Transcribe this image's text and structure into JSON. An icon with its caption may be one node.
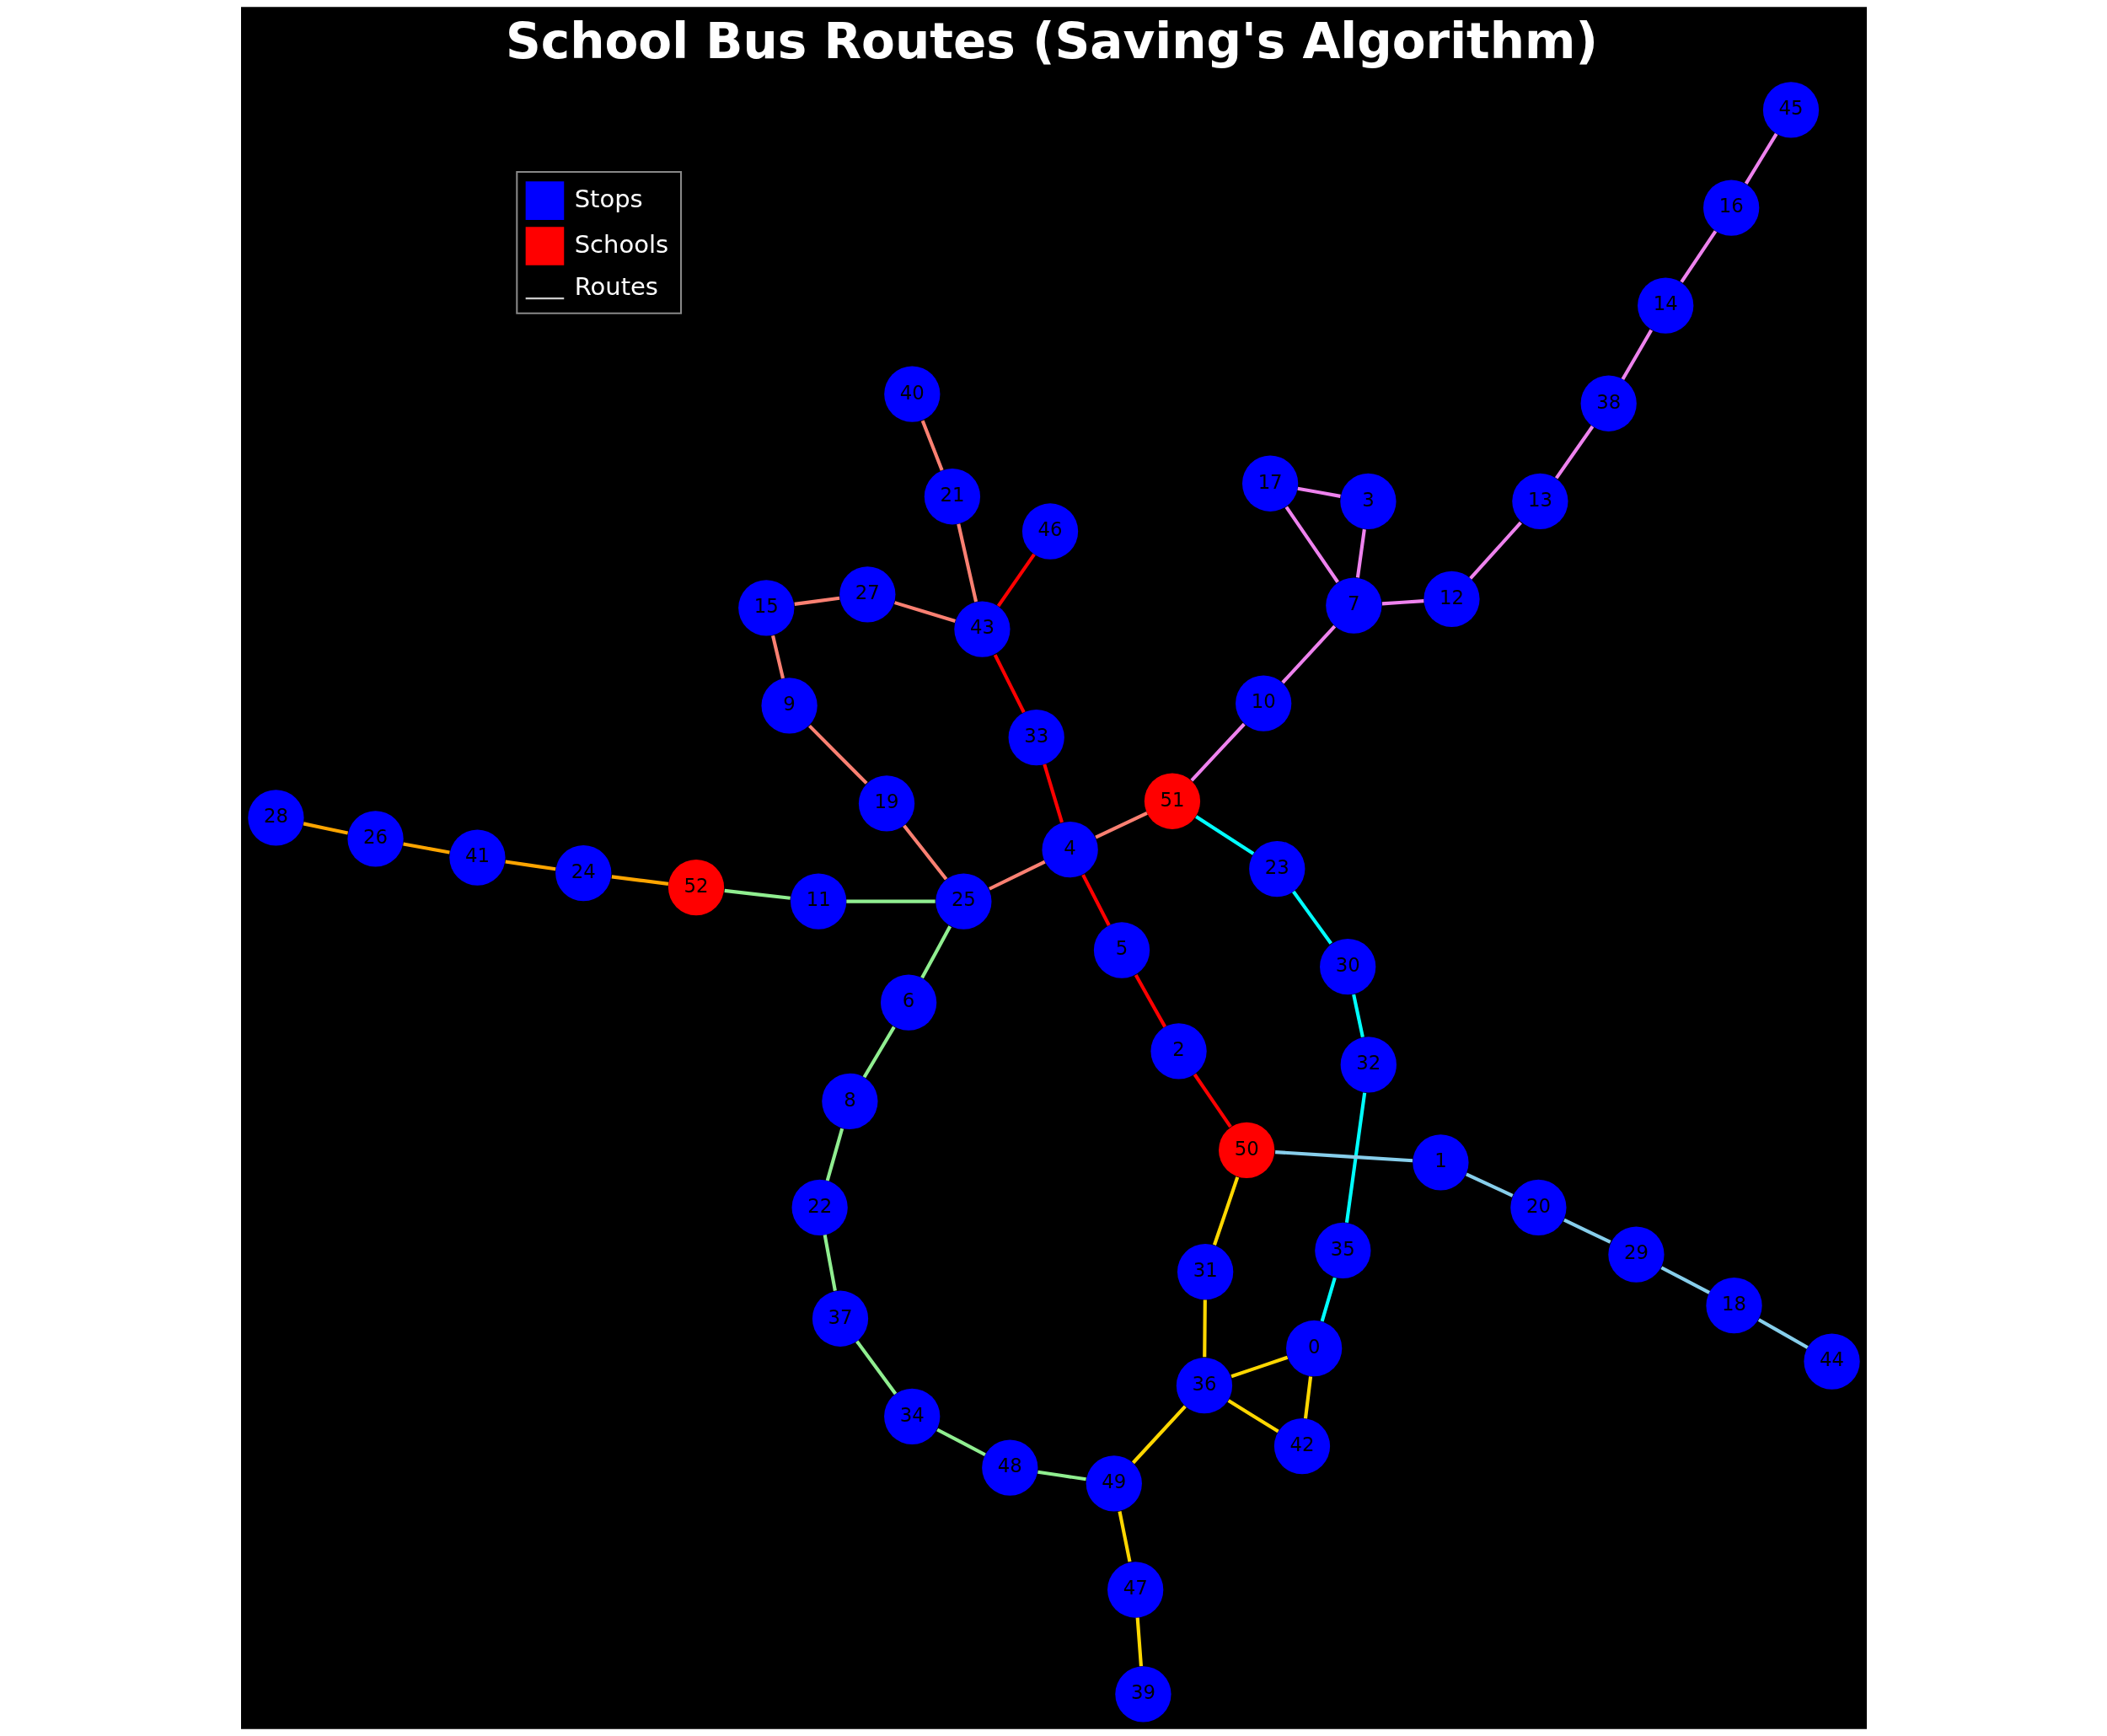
{
  "diagram": {
    "title": "School Bus Routes (Saving's Algorithm)",
    "nodes": [
      {
        "text": [
          "0"
        ]
      },
      {
        "text": [
          "1"
        ]
      },
      {
        "text": [
          "2"
        ]
      },
      {
        "text": [
          "3"
        ]
      },
      {
        "text": [
          "4"
        ]
      },
      {
        "text": [
          "5"
        ]
      },
      {
        "text": [
          "6"
        ]
      },
      {
        "text": [
          "7"
        ]
      },
      {
        "text": [
          "8"
        ]
      },
      {
        "text": [
          "9"
        ]
      },
      {
        "text": [
          "10"
        ]
      },
      {
        "text": [
          "11"
        ]
      },
      {
        "text": [
          "12"
        ]
      },
      {
        "text": [
          "13"
        ]
      },
      {
        "text": [
          "14"
        ]
      },
      {
        "text": [
          "15"
        ]
      },
      {
        "text": [
          "16"
        ]
      },
      {
        "text": [
          "17"
        ]
      },
      {
        "text": [
          "18"
        ]
      },
      {
        "text": [
          "19"
        ]
      },
      {
        "text": [
          "20"
        ]
      },
      {
        "text": [
          "21"
        ]
      },
      {
        "text": [
          "22"
        ]
      },
      {
        "text": [
          "23"
        ]
      },
      {
        "text": [
          "24"
        ]
      },
      {
        "text": [
          "25"
        ]
      },
      {
        "text": [
          "26"
        ]
      },
      {
        "text": [
          "27"
        ]
      },
      {
        "text": [
          "28"
        ]
      },
      {
        "text": [
          "29"
        ]
      },
      {
        "text": [
          "30"
        ]
      },
      {
        "text": [
          "31"
        ]
      },
      {
        "text": [
          "32"
        ]
      },
      {
        "text": [
          "33"
        ]
      },
      {
        "text": [
          "34"
        ]
      },
      {
        "text": [
          "35"
        ]
      },
      {
        "text": [
          "36"
        ]
      },
      {
        "text": [
          "37"
        ]
      },
      {
        "text": [
          "38"
        ]
      },
      {
        "text": [
          "39"
        ]
      },
      {
        "text": [
          "40"
        ]
      },
      {
        "text": [
          "41"
        ]
      },
      {
        "text": [
          "42"
        ]
      },
      {
        "text": [
          "43"
        ]
      },
      {
        "text": [
          "44"
        ]
      },
      {
        "text": [
          "45"
        ]
      },
      {
        "text": [
          "46"
        ]
      },
      {
        "text": [
          "47"
        ]
      },
      {
        "text": [
          "48"
        ]
      },
      {
        "text": [
          "49"
        ]
      },
      {
        "text": [
          "50"
        ]
      },
      {
        "text": [
          "51"
        ]
      },
      {
        "text": [
          "52"
        ]
      }
    ],
    "edges": [
      {
        "from": 51,
        "to": 23,
        "arrow": "none",
        "color": "#00ffff"
      },
      {
        "from": 23,
        "to": 30,
        "arrow": "none",
        "color": "#00ffff"
      },
      {
        "from": 30,
        "to": 32,
        "arrow": "none",
        "color": "#00ffff"
      },
      {
        "from": 32,
        "to": 35,
        "arrow": "none",
        "color": "#00ffff"
      },
      {
        "from": 35,
        "to": 0,
        "arrow": "none",
        "color": "#00ffff"
      },
      {
        "from": 50,
        "to": 31,
        "arrow": "none",
        "color": "#ffd700"
      },
      {
        "from": 31,
        "to": 36,
        "arrow": "none",
        "color": "#ffd700"
      },
      {
        "from": 36,
        "to": 42,
        "arrow": "none",
        "color": "#ffd700"
      },
      {
        "from": 42,
        "to": 0,
        "arrow": "none",
        "color": "#ffd700"
      },
      {
        "from": 0,
        "to": 36,
        "arrow": "none",
        "color": "#ffd700"
      },
      {
        "from": 36,
        "to": 49,
        "arrow": "none",
        "color": "#ffd700"
      },
      {
        "from": 49,
        "to": 47,
        "arrow": "none",
        "color": "#ffd700"
      },
      {
        "from": 47,
        "to": 39,
        "arrow": "none",
        "color": "#ffd700"
      },
      {
        "from": 52,
        "to": 11,
        "arrow": "none",
        "color": "#90ee90"
      },
      {
        "from": 11,
        "to": 25,
        "arrow": "none",
        "color": "#90ee90"
      },
      {
        "from": 25,
        "to": 6,
        "arrow": "none",
        "color": "#90ee90"
      },
      {
        "from": 6,
        "to": 8,
        "arrow": "none",
        "color": "#90ee90"
      },
      {
        "from": 8,
        "to": 22,
        "arrow": "none",
        "color": "#90ee90"
      },
      {
        "from": 22,
        "to": 37,
        "arrow": "none",
        "color": "#90ee90"
      },
      {
        "from": 37,
        "to": 34,
        "arrow": "none",
        "color": "#90ee90"
      },
      {
        "from": 34,
        "to": 48,
        "arrow": "none",
        "color": "#90ee90"
      },
      {
        "from": 48,
        "to": 49,
        "arrow": "none",
        "color": "#90ee90"
      },
      {
        "from": 51,
        "to": 4,
        "arrow": "none",
        "color": "#fa8072"
      },
      {
        "from": 4,
        "to": 25,
        "arrow": "none",
        "color": "#fa8072"
      },
      {
        "from": 25,
        "to": 19,
        "arrow": "none",
        "color": "#fa8072"
      },
      {
        "from": 19,
        "to": 9,
        "arrow": "none",
        "color": "#fa8072"
      },
      {
        "from": 9,
        "to": 15,
        "arrow": "none",
        "color": "#fa8072"
      },
      {
        "from": 15,
        "to": 27,
        "arrow": "none",
        "color": "#fa8072"
      },
      {
        "from": 27,
        "to": 43,
        "arrow": "none",
        "color": "#fa8072"
      },
      {
        "from": 43,
        "to": 21,
        "arrow": "none",
        "color": "#fa8072"
      },
      {
        "from": 21,
        "to": 40,
        "arrow": "none",
        "color": "#fa8072"
      },
      {
        "from": 50,
        "to": 2,
        "arrow": "none",
        "color": "#ff0000"
      },
      {
        "from": 2,
        "to": 5,
        "arrow": "none",
        "color": "#ff0000"
      },
      {
        "from": 5,
        "to": 4,
        "arrow": "none",
        "color": "#ff0000"
      },
      {
        "from": 4,
        "to": 33,
        "arrow": "none",
        "color": "#ff0000"
      },
      {
        "from": 33,
        "to": 43,
        "arrow": "none",
        "color": "#ff0000"
      },
      {
        "from": 43,
        "to": 46,
        "arrow": "none",
        "color": "#ff0000"
      },
      {
        "from": 51,
        "to": 10,
        "arrow": "none",
        "color": "#ee82ee"
      },
      {
        "from": 10,
        "to": 7,
        "arrow": "none",
        "color": "#ee82ee"
      },
      {
        "from": 7,
        "to": 3,
        "arrow": "none",
        "color": "#ee82ee"
      },
      {
        "from": 3,
        "to": 17,
        "arrow": "none",
        "color": "#ee82ee"
      },
      {
        "from": 17,
        "to": 7,
        "arrow": "none",
        "color": "#ee82ee"
      },
      {
        "from": 7,
        "to": 12,
        "arrow": "none",
        "color": "#ee82ee"
      },
      {
        "from": 12,
        "to": 13,
        "arrow": "none",
        "color": "#ee82ee"
      },
      {
        "from": 13,
        "to": 38,
        "arrow": "none",
        "color": "#ee82ee"
      },
      {
        "from": 38,
        "to": 14,
        "arrow": "none",
        "color": "#ee82ee"
      },
      {
        "from": 14,
        "to": 16,
        "arrow": "none",
        "color": "#ee82ee"
      },
      {
        "from": 16,
        "to": 45,
        "arrow": "none",
        "color": "#ee82ee"
      },
      {
        "from": 50,
        "to": 1,
        "arrow": "none",
        "color": "#87ceeb"
      },
      {
        "from": 1,
        "to": 20,
        "arrow": "none",
        "color": "#87ceeb"
      },
      {
        "from": 20,
        "to": 29,
        "arrow": "none",
        "color": "#87ceeb"
      },
      {
        "from": 29,
        "to": 18,
        "arrow": "none",
        "color": "#87ceeb"
      },
      {
        "from": 18,
        "to": 44,
        "arrow": "none",
        "color": "#87ceeb"
      },
      {
        "from": 52,
        "to": 24,
        "arrow": "none",
        "color": "#ffa500"
      },
      {
        "from": 24,
        "to": 41,
        "arrow": "none",
        "color": "#ffa500"
      },
      {
        "from": 41,
        "to": 26,
        "arrow": "none",
        "color": "#ffa500"
      },
      {
        "from": 26,
        "to": 28,
        "arrow": "none",
        "color": "#ffa500"
      }
    ],
    "legend": [
      {
        "text": "Stops",
        "color": "#0000ff"
      },
      {
        "text": "Schools",
        "color": "#ff0000"
      },
      {
        "text": "Routes"
      }
    ]
  }
}
